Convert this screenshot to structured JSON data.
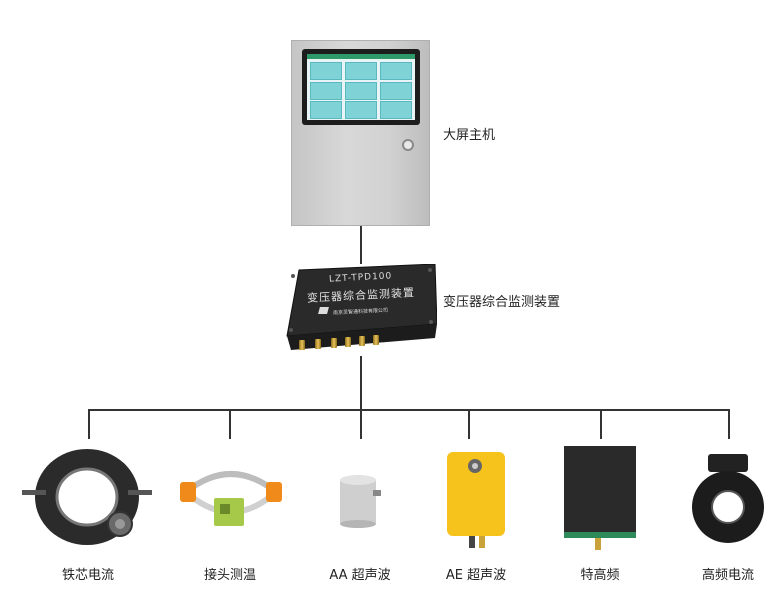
{
  "host": {
    "label": "大屏主机"
  },
  "device": {
    "label": "变压器综合监测装置",
    "model_text": "LZT-TPD100",
    "name_text": "变压器综合监测装置",
    "company_text": "南京灵智通科技有限公司"
  },
  "sensors": [
    {
      "label": "铁芯电流"
    },
    {
      "label": "接头测温"
    },
    {
      "label": "AA 超声波"
    },
    {
      "label": "AE 超声波"
    },
    {
      "label": "特高频"
    },
    {
      "label": "高频电流"
    }
  ],
  "colors": {
    "screen_tile": "#7fd2d6",
    "screen_header": "#2e9a6a",
    "device_body": "#2a2a2a",
    "connector_gold": "#d6b04a",
    "ae_sensor_yellow": "#f6c21c",
    "joint_tag_orange": "#f08a1a",
    "joint_tag_green": "#a6c94a",
    "uhf_panel_green": "#2f8a5a"
  }
}
